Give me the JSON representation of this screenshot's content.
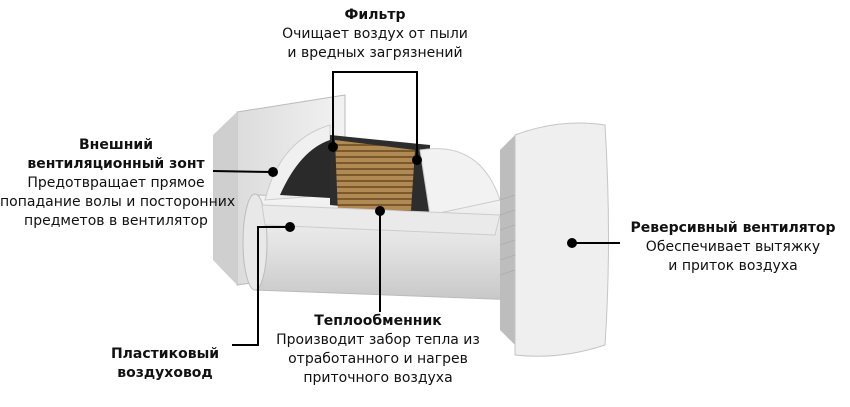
{
  "labels": {
    "filter": {
      "title": "Фильтр",
      "lines": [
        "Очищает воздух от пыли",
        "и вредных загрязнений"
      ]
    },
    "hood": {
      "title": [
        "Внешний",
        "вентиляционный зонт"
      ],
      "lines": [
        "Предотвращает прямое",
        "попадание волы и посторонних",
        "предметов в вентилятор"
      ]
    },
    "fan": {
      "title": "Реверсивный вентилятор",
      "lines": [
        "Обеспечивает вытяжку",
        "и приток воздуха"
      ]
    },
    "exchanger": {
      "title": "Теплообменник",
      "lines": [
        "Производит забор тепла из",
        "отработанного и нагрев",
        "приточного воздуха"
      ]
    },
    "duct": {
      "title": [
        "Пластиковый",
        "воздуховод"
      ]
    }
  }
}
